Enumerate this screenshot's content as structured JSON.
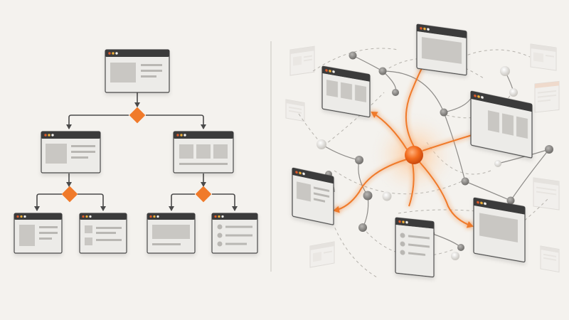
{
  "colors": {
    "background": "#f4f2ee",
    "accent": "#f07a2a",
    "hub": "#f26b1d",
    "window_titlebar": "#3b3b3b",
    "window_body": "#ecebe8",
    "window_border": "#4a4a4a",
    "placeholder_block": "#c9c7c3",
    "placeholder_line": "#b9b7b3",
    "connector": "#4a4a4a",
    "node_gray": "#8d8b88",
    "node_light": "#cfccc6",
    "dashed_path": "#b5b2ac",
    "divider": "#c9c6c0",
    "dot_red": "#e05a2a",
    "dot_yellow": "#f0b23a",
    "dot_white": "#f4f2ee"
  },
  "left_panel": {
    "label": "hierarchical-flow",
    "windows": [
      {
        "id": "root",
        "layout": "image-text"
      },
      {
        "id": "mid-left",
        "layout": "image-text"
      },
      {
        "id": "mid-right",
        "layout": "three-tiles"
      },
      {
        "id": "leaf-1",
        "layout": "image-text"
      },
      {
        "id": "leaf-2",
        "layout": "icon-list"
      },
      {
        "id": "leaf-3",
        "layout": "banner"
      },
      {
        "id": "leaf-4",
        "layout": "radio-list"
      }
    ],
    "decision_nodes": [
      "top",
      "left",
      "right"
    ]
  },
  "right_panel": {
    "label": "networked-flow",
    "hub": "central-node",
    "windows": [
      {
        "id": "top",
        "layout": "banner"
      },
      {
        "id": "upper-left",
        "layout": "three-tiles"
      },
      {
        "id": "upper-right",
        "layout": "three-tiles"
      },
      {
        "id": "mid-left",
        "layout": "image-text"
      },
      {
        "id": "lower-right",
        "layout": "banner"
      },
      {
        "id": "bottom",
        "layout": "radio-list"
      }
    ]
  }
}
